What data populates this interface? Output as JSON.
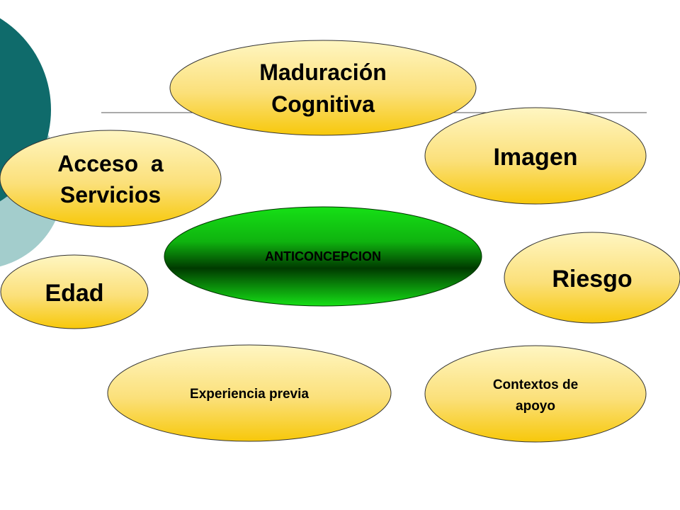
{
  "nodes": {
    "center": "ANTICONCEPCION",
    "maduracion": [
      "Maduración",
      "Cognitiva"
    ],
    "acceso": [
      "Acceso  a",
      "Servicios"
    ],
    "imagen": "Imagen",
    "edad": "Edad",
    "riesgo": "Riesgo",
    "experiencia": "Experiencia previa",
    "contextos": [
      "Contextos de",
      "apoyo"
    ]
  },
  "colors": {
    "accent_teal_dark": "#0f6b6b",
    "accent_teal_light": "#a3cdcc",
    "node_fill_light": "#fff6c2",
    "node_fill_dark": "#f7c80a",
    "center_fill_light": "#16e016",
    "center_fill_dark": "#003300",
    "rule_line": "#555555"
  }
}
